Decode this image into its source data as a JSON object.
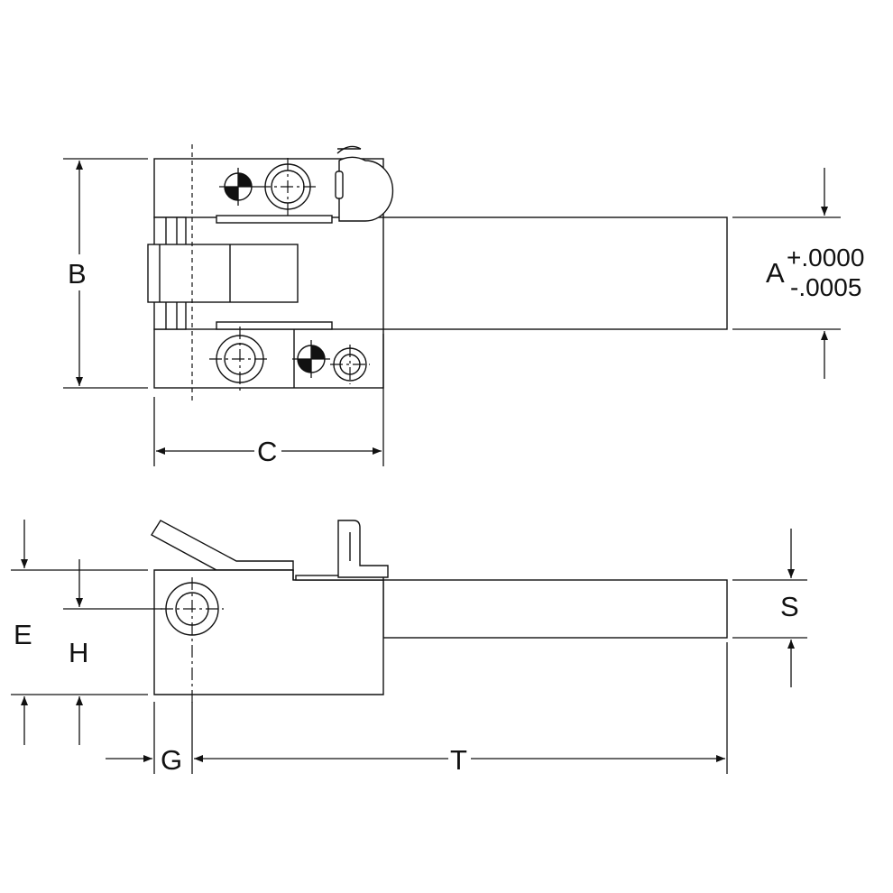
{
  "labels": {
    "A": "A",
    "A_plus": "+.0000",
    "A_minus": "-.0005",
    "B": "B",
    "C": "C",
    "E": "E",
    "H": "H",
    "G": "G",
    "T": "T",
    "S": "S"
  },
  "colors": {
    "line": "#111111",
    "background": "#ffffff"
  }
}
